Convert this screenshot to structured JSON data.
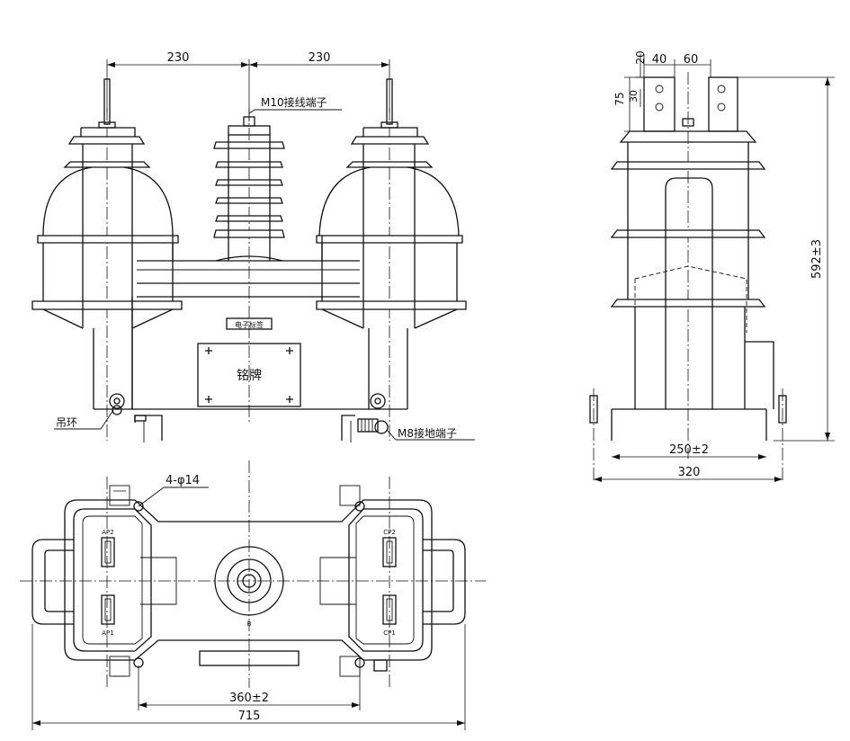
{
  "dimensions": {
    "front_left_span": "230",
    "front_right_span": "230",
    "side_top_20": "20",
    "side_top_40": "40",
    "side_top_60": "60",
    "side_left_75": "75",
    "side_left_30": "30",
    "side_height": "592±3",
    "side_width_inner": "250±2",
    "side_width_outer": "320",
    "plan_holes": "4-φ14",
    "plan_inner_width": "360±2",
    "plan_outer_width": "715"
  },
  "callouts": {
    "terminal": "M10接线端子",
    "lifting_ring": "吊环",
    "ground_terminal": "M8接地端子",
    "electronic_label": "电子标签",
    "nameplate": "铭牌"
  },
  "terminal_marks": {
    "ap2": "AP2",
    "ap1": "AP1",
    "cp2": "CP2",
    "cp1": "CP1",
    "b": "B"
  },
  "colors": {
    "line": "#111111",
    "background": "#ffffff"
  }
}
